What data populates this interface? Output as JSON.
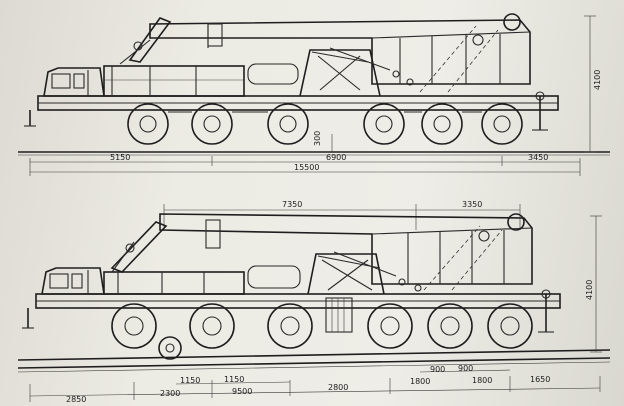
{
  "top_view": {
    "dimensions": {
      "front_axle_span": "5150",
      "middle_axle_span": "6900",
      "rear_overhang": "3450",
      "overall_length": "15500",
      "height": "4100",
      "clearance": "300"
    }
  },
  "bottom_view": {
    "dimensions": {
      "boom_section_a": "7350",
      "boom_section_b": "3350",
      "height": "4100",
      "front_overhang": "2850",
      "axle_gap_1": "2300",
      "axle_gap_2": "1150",
      "axle_gap_3": "1150",
      "wheelbase_group": "9500",
      "mid_span": "2800",
      "rear_gap_1": "1800",
      "rear_gap_2": "900",
      "rear_gap_3": "900",
      "rear_gap_4": "1800",
      "rear_overhang": "1650"
    }
  },
  "colors": {
    "paper": "#e9e8e1",
    "ink": "#2a2a2a"
  }
}
